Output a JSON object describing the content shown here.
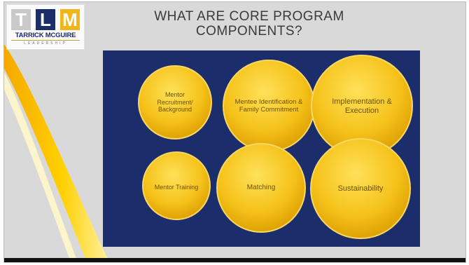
{
  "logo": {
    "letters": [
      "T",
      "L",
      "M"
    ],
    "name": "TARRICK MCGUIRE",
    "tagline": "LEADERSHIP"
  },
  "title": {
    "line1": "WHAT ARE CORE PROGRAM",
    "line2": "COMPONENTS?"
  },
  "components": [
    "Mentor Recruitment/ Background",
    "Mentee Identification & Family Commitment",
    "Implementation & Execution",
    "Mentor Training",
    "Matching",
    "Sustainability"
  ],
  "colors": {
    "panel": "#1b2e6b",
    "circle": "#f3c21c",
    "accent": "#f0b400"
  }
}
